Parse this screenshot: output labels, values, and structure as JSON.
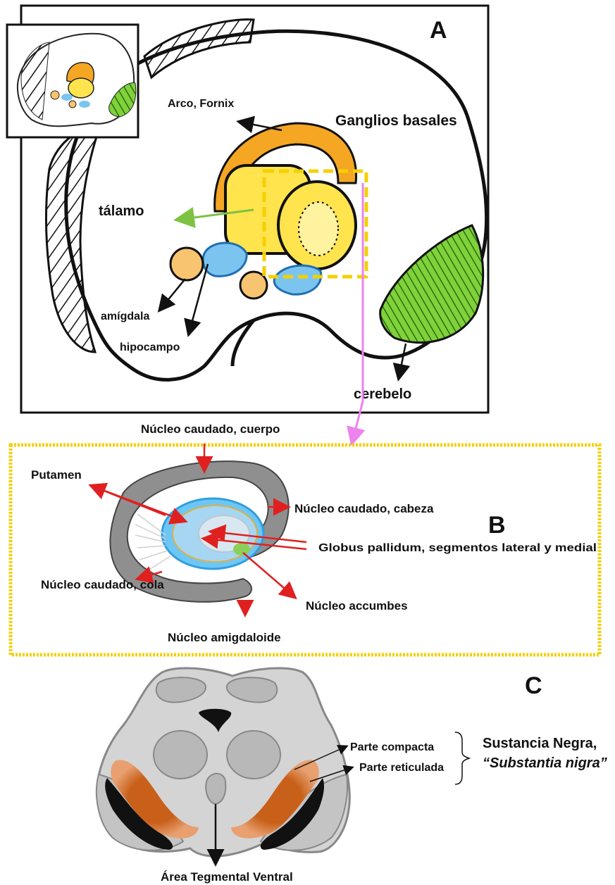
{
  "panel_a": {
    "letter": "A",
    "labels": {
      "fornix": "Arco, Fornix",
      "ganglios": "Ganglios basales",
      "talamo": "tálamo",
      "amigdala": "amígdala",
      "hipocampo": "hipocampo",
      "cerebelo": "cerebelo"
    }
  },
  "panel_b": {
    "letter": "B",
    "labels": {
      "caudado_cuerpo": "Núcleo caudado, cuerpo",
      "putamen": "Putamen",
      "caudado_cabeza": "Núcleo caudado, cabeza",
      "globus": "Globus pallidum, segmentos lateral y medial",
      "caudado_cola": "Núcleo caudado, cola",
      "accumbens": "Núcleo accumbes",
      "amigdaloide": "Núcleo amigdaloide"
    }
  },
  "panel_c": {
    "letter": "C",
    "labels": {
      "compacta": "Parte compacta",
      "reticulada": "Parte reticulada",
      "sustancia_line1": "Sustancia Negra,",
      "sustancia_line2": "“Substantia nigra”",
      "vta": "Área Tegmental Ventral"
    }
  },
  "colors": {
    "orange": "#f5a623",
    "yellow_dash": "#f5d000",
    "pink_arrow": "#ee82ee",
    "red_arrow": "#e02020",
    "green_arrow": "#7dc242",
    "substantia_orange": "#c8601a",
    "cerebellum_green": "#4caf2a",
    "hippocampus_blue": "#5aaee6"
  }
}
